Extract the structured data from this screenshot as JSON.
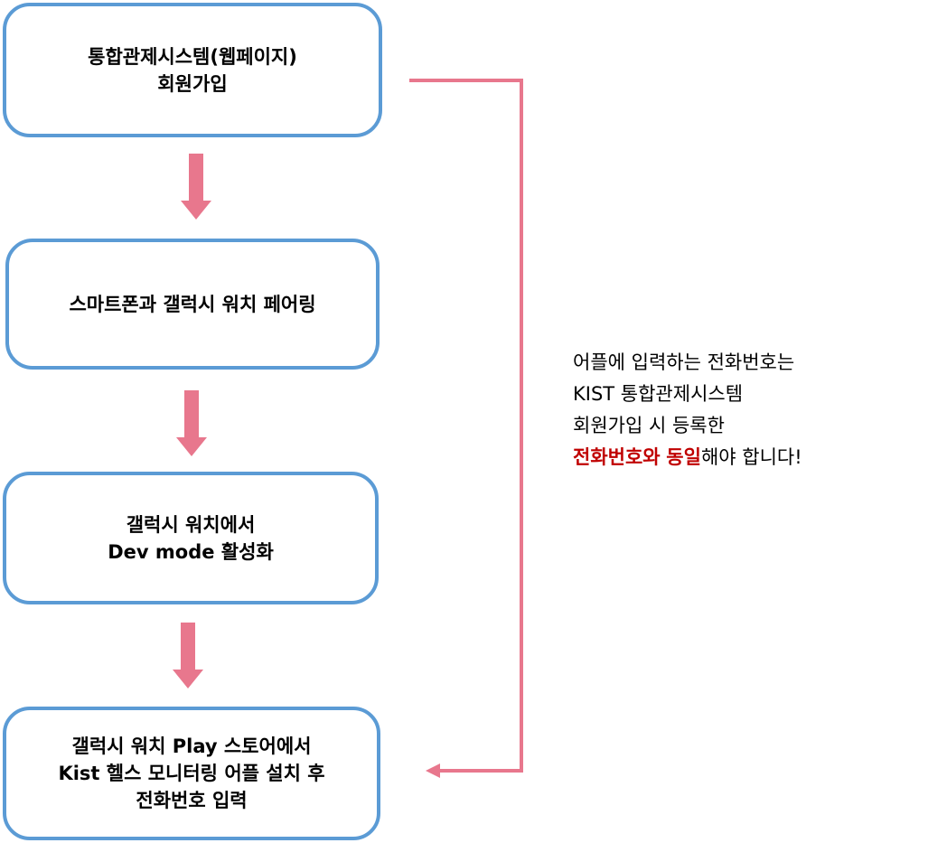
{
  "colors": {
    "box_border": "#5b9bd5",
    "arrow": "#e8778d",
    "highlight": "#c00000"
  },
  "steps": [
    {
      "lines": [
        "통합관제시스템(웹페이지)",
        "회원가입"
      ]
    },
    {
      "lines": [
        "스마트폰과 갤럭시 워치 페어링"
      ]
    },
    {
      "lines": [
        "갤럭시 워치에서",
        "Dev mode 활성화"
      ]
    },
    {
      "lines": [
        "갤럭시 워치 Play 스토어에서",
        "Kist 헬스 모니터링 어플 설치 후",
        "전화번호 입력"
      ]
    }
  ],
  "note": {
    "line1": "어플에 입력하는 전화번호는",
    "line2": "KIST 통합관제시스템",
    "line3": "회원가입 시 등록한",
    "line4_hl1": "전화번호와",
    "line4_space": " ",
    "line4_hl2": "동일",
    "line4_rest": "해야 합니다!"
  }
}
